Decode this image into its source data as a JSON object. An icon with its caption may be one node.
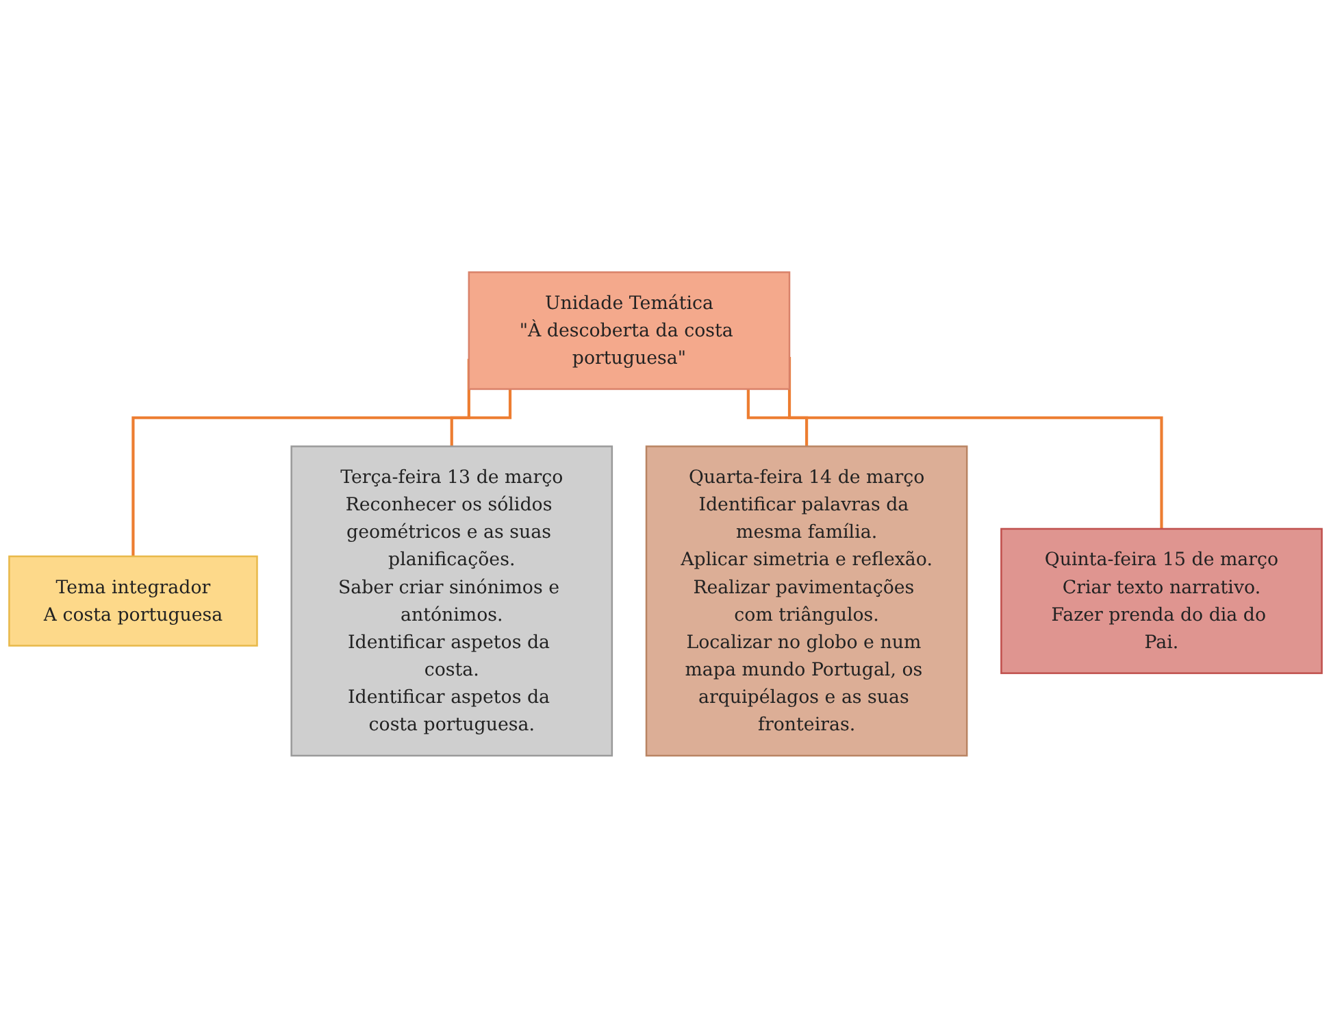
{
  "diagram": {
    "nodes": [
      {
        "text": [
          "Unidade Temática",
          "\"À descoberta da costa portuguesa\""
        ]
      },
      {
        "text": [
          "Tema integrador",
          "A costa portuguesa"
        ]
      },
      {
        "text": [
          "Terça-feira 13 de março",
          "Reconhecer os sólidos geométricos e as suas planificações.",
          "Saber criar sinónimos e antónimos.",
          "Identificar aspetos da costa.",
          "Identificar aspetos da costa portuguesa."
        ]
      },
      {
        "text": [
          "Quarta-feira 14 de março",
          "Identificar palavras da mesma família.",
          "Aplicar simetria e reflexão.",
          "Realizar pavimentações com triângulos.",
          "Localizar no globo e num mapa mundo Portugal, os arquipélagos e as suas fronteiras."
        ]
      },
      {
        "text": [
          "Quinta-feira 15 de março",
          "Criar texto narrativo.",
          "Fazer prenda do dia do Pai."
        ]
      }
    ],
    "edges": [
      {
        "from": 0,
        "to": 1,
        "arrow": "none"
      },
      {
        "from": 0,
        "to": 2,
        "arrow": "none"
      },
      {
        "from": 0,
        "to": 3,
        "arrow": "none"
      },
      {
        "from": 0,
        "to": 4,
        "arrow": "none"
      }
    ]
  }
}
